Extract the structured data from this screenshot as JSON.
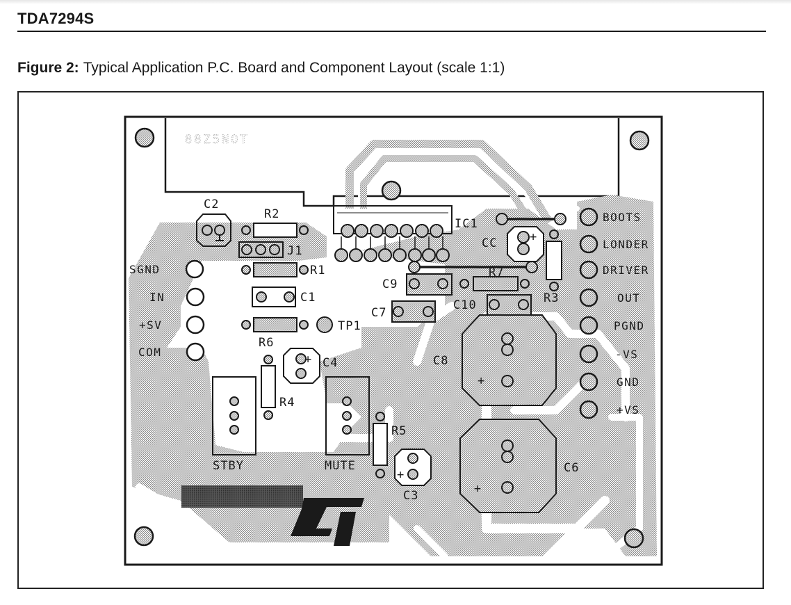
{
  "document": {
    "header_title": "TDA7294S",
    "figure_label": "Figure 2:",
    "figure_caption": "Typical Application P.C. Board and Component Layout (scale 1:1)"
  },
  "board": {
    "colors": {
      "copper_hatch": "#9a9a9a",
      "silkscreen": "#1a1a1a",
      "background": "#ffffff"
    },
    "ghost_text": "88Z5NOT",
    "logo": "ST",
    "left_connectors": [
      {
        "label": "SGND"
      },
      {
        "label": "IN"
      },
      {
        "label": "+SV"
      },
      {
        "label": "COM"
      }
    ],
    "right_connectors": [
      {
        "label": "BOOTS"
      },
      {
        "label": "LONDER"
      },
      {
        "label": "DRIVER"
      },
      {
        "label": "OUT"
      },
      {
        "label": "PGND"
      },
      {
        "label": "-VS"
      },
      {
        "label": "GND"
      },
      {
        "label": "+VS"
      }
    ],
    "components": {
      "c2": "C2",
      "r2": "R2",
      "j1": "J1",
      "r1": "R1",
      "c1": "C1",
      "r6": "R6",
      "tp1": "TP1",
      "c4": "C4",
      "r4": "R4",
      "stby": "STBY",
      "mute": "MUTE",
      "r5": "R5",
      "c3": "C3",
      "ic1": "IC1",
      "cc": "CC",
      "r7": "R7",
      "r3": "R3",
      "c9": "C9",
      "c7": "C7",
      "c10": "C10",
      "c8": "C8",
      "c6": "C6"
    },
    "polarity_plus": "+"
  }
}
